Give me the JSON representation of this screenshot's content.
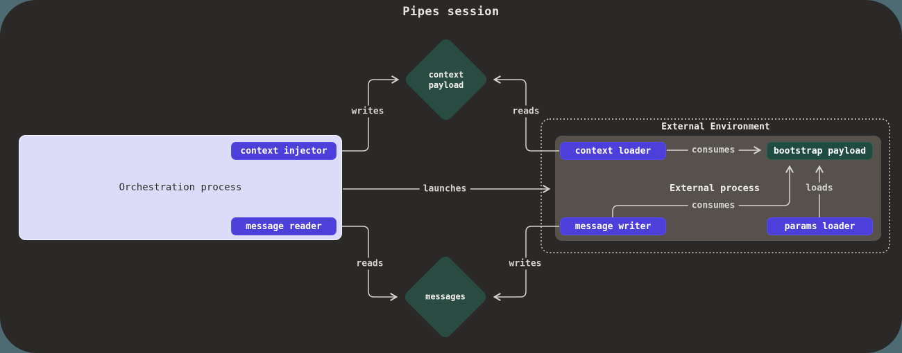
{
  "title": "Pipes session",
  "colors": {
    "canvas_background": "#4e6b74",
    "panel_background": "#2b2927",
    "accent_purple": "#4d3fd9",
    "diamond_teal": "#2a4b41",
    "bootstrap_teal": "#1f4b40",
    "orchestration_lavender": "#dcdcf9",
    "external_process_gray": "#56524b",
    "edge_color": "#d5d3cf"
  },
  "nodes": {
    "context_payload": "context\npayload",
    "messages": "messages",
    "orchestration_process": "Orchestration process",
    "context_injector": "context injector",
    "message_reader": "message reader",
    "external_environment": "External Environment",
    "external_process": "External process",
    "context_loader": "context loader",
    "bootstrap_payload": "bootstrap payload",
    "message_writer": "message writer",
    "params_loader": "params loader"
  },
  "edge_labels": {
    "writes_top": "writes",
    "reads_top": "reads",
    "launches": "launches",
    "reads_bottom": "reads",
    "writes_bottom": "writes",
    "consumes_top": "consumes",
    "consumes_bottom": "consumes",
    "loads": "loads"
  }
}
